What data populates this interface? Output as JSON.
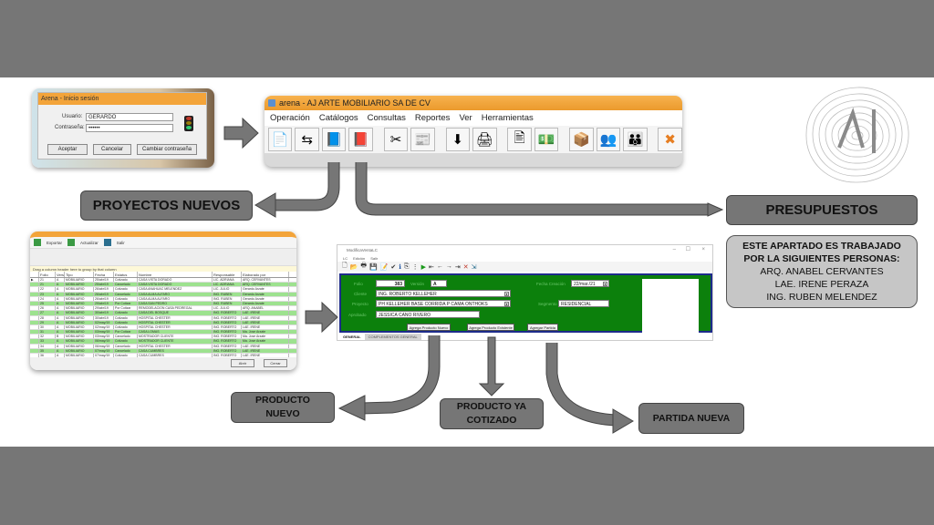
{
  "login_window": {
    "title": "Arena - Inicio sesión",
    "usuario_label": "Usuario:",
    "usuario_value": "GERARDO",
    "contrasena_label": "Contraseña:",
    "contrasena_value": "••••••",
    "buttons": {
      "aceptar": "Aceptar",
      "cancelar": "Cancelar",
      "cambiar": "Cambiar contraseña"
    },
    "status_icon": "traffic-light-icon"
  },
  "main_window": {
    "title": "arena - AJ ARTE MOBILIARIO SA DE CV",
    "menu": [
      "Operación",
      "Catálogos",
      "Consultas",
      "Reportes",
      "Ver",
      "Herramientas"
    ],
    "toolbar": [
      {
        "icon": "document-icon",
        "glyph": "📄"
      },
      {
        "icon": "transfer-icon",
        "glyph": "⇆"
      },
      {
        "icon": "notepad-icon",
        "glyph": "📘"
      },
      {
        "icon": "book-icon",
        "glyph": "📕"
      },
      {
        "icon": "tools-icon",
        "glyph": "✂"
      },
      {
        "icon": "report-icon",
        "glyph": "📰"
      },
      {
        "icon": "download-icon",
        "glyph": "⬇"
      },
      {
        "icon": "printer-icon",
        "glyph": "🖨"
      },
      {
        "icon": "scanner-icon",
        "glyph": "🖹"
      },
      {
        "icon": "money-icon",
        "glyph": "💵"
      },
      {
        "icon": "box-icon",
        "glyph": "📦"
      },
      {
        "icon": "users-icon",
        "glyph": "👥"
      },
      {
        "icon": "group-icon",
        "glyph": "👪"
      },
      {
        "icon": "exit-icon",
        "glyph": "✖"
      }
    ]
  },
  "grid_window": {
    "title": "Proyectos",
    "toolbar": [
      "Exportar",
      "Actualizar",
      "Salir"
    ],
    "group_hint": "Drag a column header here to group by that column",
    "columns": [
      "Folio",
      "Versión",
      "Tipo",
      "Fecha",
      "Estatus",
      "Nombre",
      "Responsable",
      "Elaborado por"
    ],
    "rows": [
      [
        "21",
        "A",
        "MOBILIARIO",
        "25/abr/19",
        "Cotizado",
        "CASA VISTA DORADO",
        "LIC. ADRIANA",
        "ARQ. CERVANTES"
      ],
      [
        "21",
        "A",
        "MOBILIARIO",
        "25/abr/19",
        "Cancelado",
        "CASA VISTA DORADO",
        "LIC. ADRIANA",
        "ARQ. CERVANTES"
      ],
      [
        "22",
        "A",
        "MOBILIARIO",
        "26/abr/19",
        "Cotizado",
        "CASA ANAHUAC MELENDEZ",
        "LIC. JULIO",
        "Gerardo Arzate"
      ],
      [
        "23",
        "A",
        "MOBILIARIO",
        "26/abr/19",
        "Cancelado",
        "CASA ALMA ALFARO",
        "ING. RUBEN",
        "Gerardo Arzate"
      ],
      [
        "24",
        "A",
        "MOBILIARIO",
        "26/abr/19",
        "Cotizado",
        "CASA ALMA ALFARO",
        "ING. RUBEN",
        "Gerardo Arzate"
      ],
      [
        "25",
        "A",
        "MOBILIARIO",
        "29/abr/19",
        "Por Cotizar",
        "CASA SAN PEDRO",
        "ING. RUBEN",
        "Gerardo Arzate"
      ],
      [
        "26",
        "A",
        "MOBILIARIO",
        "29/abr/19",
        "Por Cotizar",
        "REMODELACION CASA PEDREGAL",
        "LIC. JULIO",
        "ARQ. ANABEL"
      ],
      [
        "27",
        "A",
        "MOBILIARIO",
        "30/abr/19",
        "Cotizado",
        "CASA DEL BOSQUE",
        "ING. ROBERTO",
        "LAE. IRENE"
      ],
      [
        "28",
        "A",
        "MOBILIARIO",
        "30/abr/19",
        "Cotizado",
        "HOSPITAL CHESTER",
        "ING. ROBERTO",
        "LAE. IRENE"
      ],
      [
        "29",
        "A",
        "MOBILIARIO",
        "02/may/19",
        "Cotizado",
        "HOSPITAL CHESTER",
        "ING. ROBERTO",
        "LAE. IRENE"
      ],
      [
        "30",
        "A",
        "MOBILIARIO",
        "02/may/19",
        "Cotizado",
        "HOSPITAL CHESTER",
        "ING. ROBERTO",
        "LAE. IRENE"
      ],
      [
        "31",
        "A",
        "MOBILIARIO",
        "03/may/19",
        "Por Cotizar",
        "CASA LOMAS",
        "ING. ROBERTO",
        "Ma. Jose Arzate"
      ],
      [
        "32",
        "B",
        "MOBILIARIO",
        "03/may/19",
        "Cancelado",
        "MOSTRADOR CLIENTE",
        "ING. ROBERTO",
        "Ma. Jose Arzate"
      ],
      [
        "33",
        "A",
        "MOBILIARIO",
        "06/may/19",
        "Cotizado",
        "MOSTRADOR CLIENTE",
        "ING. ROBERTO",
        "Ma. Jose Arzate"
      ],
      [
        "34",
        "A",
        "MOBILIARIO",
        "06/may/19",
        "Cancelado",
        "HOSPITAL CHESTER",
        "ING. ROBERTO",
        "LAE. IRENE"
      ],
      [
        "35",
        "A",
        "MOBILIARIO",
        "07/may/19",
        "Cancelado",
        "CASA CUMBRES",
        "ING. ROBERTO",
        "LAE. IRENE"
      ],
      [
        "36",
        "A",
        "MOBILIARIO",
        "07/may/19",
        "Cotizado",
        "CASA CUMBRES",
        "ING. ROBERTO",
        "LAE. IRENE"
      ]
    ],
    "buttons": {
      "ok": "Abrir",
      "cancel": "Cerrar"
    }
  },
  "center_window": {
    "title": "ModificaVentaLC",
    "menu": [
      "LC",
      "Edición",
      "Salir"
    ],
    "folio_label": "Folio",
    "folio_value": "383",
    "version_label": "Versión",
    "version_value": "A",
    "cliente_label": "Cliente",
    "cliente_value": "ING. ROBERTO KELLEHER",
    "proyecto_label": "Proyecto",
    "proyecto_value": "PH KELLEHER BASE CORRIDA P CAMA ONTHOKS",
    "aprobado_label": "Aprobado",
    "aprobado_value": "JESSICA CANO RIVERO",
    "fecha_label": "Fecha Creación",
    "fecha_value": "22/mar./21",
    "segmento_label": "Segmento",
    "segmento_value": "RESIDENCIAL",
    "buttons": {
      "producto_nuevo": "Agrega Producto Nuevo",
      "producto_existente": "Agrega Producto Existente",
      "partida": "Agregar Partida"
    },
    "tabs": [
      "GENERAL",
      "COMPLEMENTOS GENERAL"
    ]
  },
  "callouts": {
    "proyectos_nuevos": "PROYECTOS NUEVOS",
    "presupuestos": "PRESUPUESTOS",
    "info_lines_bold": [
      "ESTE APARTADO ES TRABAJADO",
      "POR LA SIGUIENTES PERSONAS:"
    ],
    "info_lines": [
      "ARQ. ANABEL CERVANTES",
      "LAE. IRENE PERAZA",
      "ING. RUBEN MELENDEZ"
    ],
    "producto_nuevo": [
      "PRODUCTO",
      "NUEVO"
    ],
    "producto_ya_cotizado": [
      "PRODUCTO YA",
      "COTIZADO"
    ],
    "partida_nueva": "PARTIDA NUEVA"
  },
  "logo": {
    "text": "AJ",
    "icon": "tree-rings-logo-icon"
  },
  "colors": {
    "band": "#767676",
    "box": "#767676",
    "box_light": "#c6c6c6",
    "window_orange": "#f3a43a",
    "form_green": "#0c800c",
    "grid_green": "#9de28f"
  }
}
